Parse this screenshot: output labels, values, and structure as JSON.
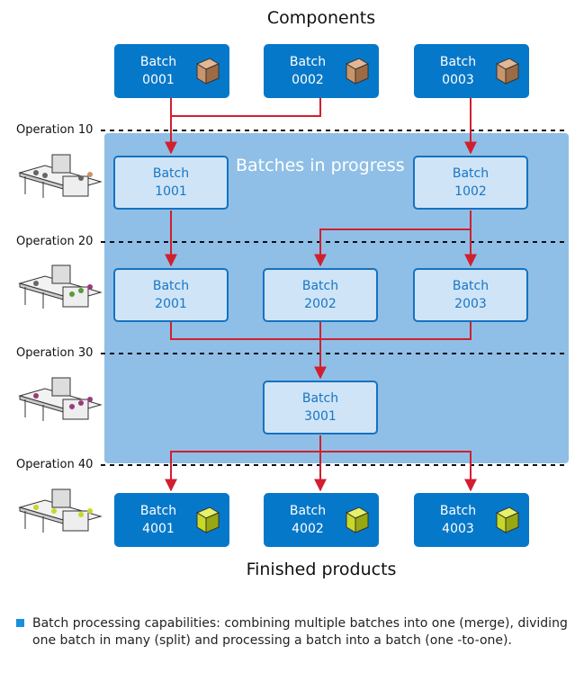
{
  "headings": {
    "top": "Components",
    "bottom": "Finished products"
  },
  "progress_area_title": "Batches in progress",
  "operations": [
    "Operation 10",
    "Operation 20",
    "Operation 30",
    "Operation 40"
  ],
  "batch_label": "Batch",
  "components": [
    "0001",
    "0002",
    "0003"
  ],
  "in_progress": {
    "op10": [
      "1001",
      "1002"
    ],
    "op20": [
      "2001",
      "2002",
      "2003"
    ],
    "op30": [
      "3001"
    ]
  },
  "finished": [
    "4001",
    "4002",
    "4003"
  ],
  "note": "Batch processing capabilities: combining multiple batches into one (merge), dividing one batch in many (split) and processing a batch into a batch (one -to-one).",
  "colors": {
    "dark_box": "#0678c9",
    "light_box": "#cfe4f6",
    "progress_area": "#8fbfe6",
    "arrow": "#d11f2f",
    "component_cube": "#c9956a",
    "product_cube": "#c8d826"
  }
}
